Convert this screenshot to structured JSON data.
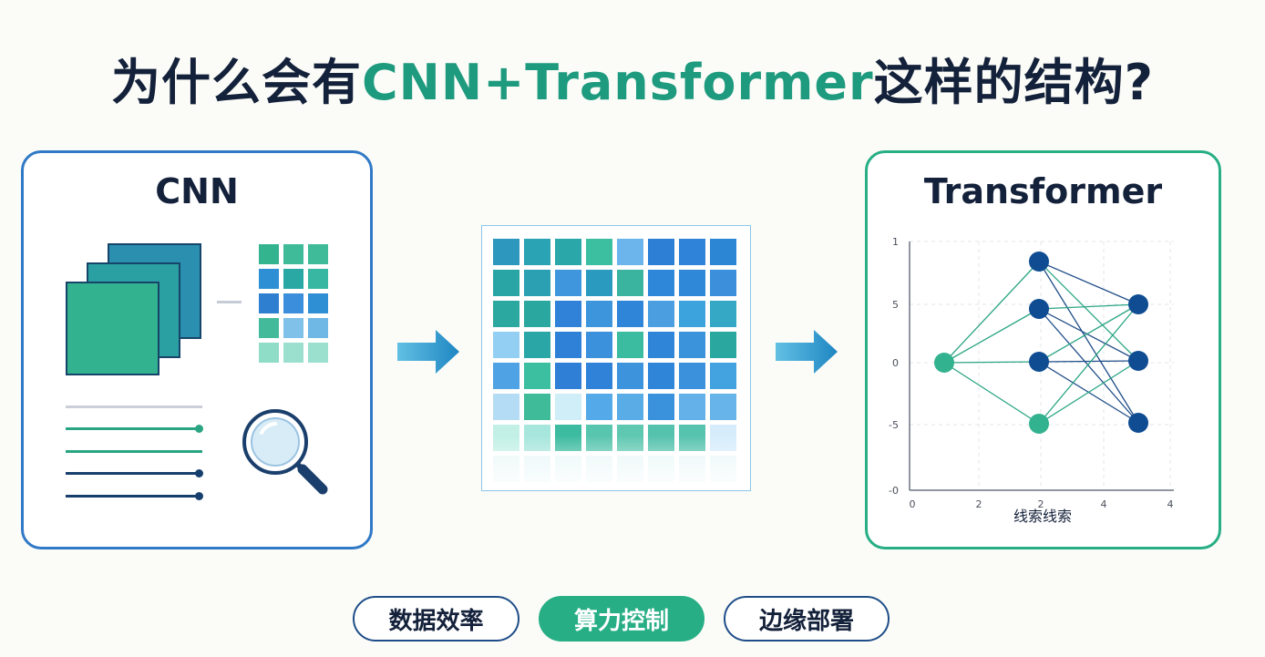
{
  "title": {
    "prefix": "为什么会有",
    "highlight": "CNN+Transformer",
    "suffix": "这样的结构?"
  },
  "cnn_panel": {
    "title": "CNN",
    "icons": [
      "feature-map-stack-icon",
      "magnifier-icon"
    ]
  },
  "transformer_panel": {
    "title": "Transformer",
    "xlabel": "线索线索",
    "x_ticks": [
      "0",
      "2",
      "2",
      "4",
      "4"
    ],
    "y_ticks": [
      "1",
      "5",
      "0",
      "-5",
      "-0"
    ]
  },
  "pills": [
    {
      "label": "数据效率",
      "style": "outline"
    },
    {
      "label": "算力控制",
      "style": "filled"
    },
    {
      "label": "边缘部署",
      "style": "outline"
    }
  ],
  "colors": {
    "navy": "#14213a",
    "teal": "#27ae84",
    "blue": "#3079c6",
    "dark_blue": "#0f4c92"
  }
}
